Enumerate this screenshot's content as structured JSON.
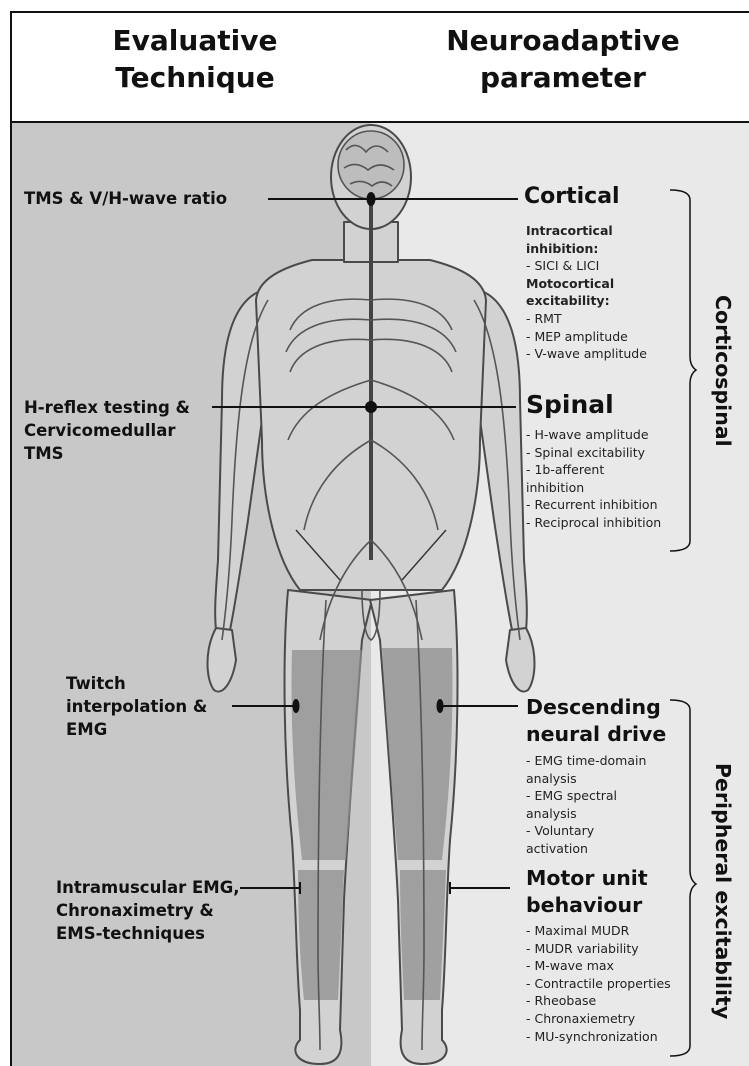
{
  "header": {
    "left_line1": "Evaluative",
    "left_line2": "Technique",
    "right_line1": "Neuroadaptive",
    "right_line2": "parameter"
  },
  "techniques": {
    "tms_vh": "TMS & V/H-wave ratio",
    "hreflex_1": "H-reflex testing &",
    "hreflex_2": "Cervicomedullar",
    "hreflex_3": "TMS",
    "twitch_1": "Twitch",
    "twitch_2": "interpolation &",
    "twitch_3": "EMG",
    "intra_1": "Intramuscular EMG,",
    "intra_2": "Chronaximetry &",
    "intra_3": "EMS-techniques"
  },
  "cortical": {
    "title": "Cortical",
    "ici_1": "Intracortical",
    "ici_2": "inhibition:",
    "sici": "- SICI & LICI",
    "moto_1": "Motocortical",
    "moto_2": "excitability:",
    "rmt": "- RMT",
    "mep": "- MEP amplitude",
    "vwave": "- V-wave amplitude"
  },
  "spinal": {
    "title": "Spinal",
    "items": [
      "- H-wave amplitude",
      "- Spinal excitability",
      "- 1b-afferent",
      "inhibition",
      "- Recurrent inhibition",
      "- Reciprocal inhibition"
    ]
  },
  "descending": {
    "title_1": "Descending",
    "title_2": "neural drive",
    "items": [
      "- EMG time-domain",
      "analysis",
      "- EMG spectral",
      "analysis",
      "- Voluntary",
      "activation"
    ]
  },
  "motor_unit": {
    "title_1": "Motor unit",
    "title_2": "behaviour",
    "items": [
      "- Maximal MUDR",
      "- MUDR variability",
      "- M-wave max",
      "- Contractile properties",
      "- Rheobase",
      "- Chronaxiemetry",
      "- MU-synchronization"
    ]
  },
  "groups": {
    "corticospinal": "Corticospinal",
    "peripheral": "Peripheral excitability"
  },
  "colors": {
    "left_panel": "#c8c8c8",
    "right_panel": "#e8e8e8",
    "body_fill": "#cfcfcf",
    "body_stroke": "#4a4a4a",
    "muscle_shade": "#8f8f8f"
  }
}
